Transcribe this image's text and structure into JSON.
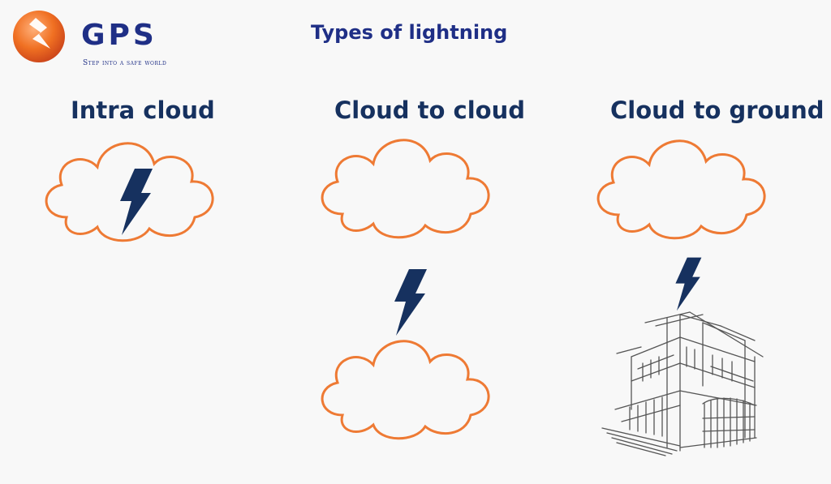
{
  "logo": {
    "brand": "GPS",
    "tagline": "Step into a safe world",
    "colors": {
      "orange": "#f07022",
      "navy": "#1f2f86"
    }
  },
  "title": "Types of lightning",
  "columns": [
    {
      "label": "Intra cloud"
    },
    {
      "label": "Cloud to cloud"
    },
    {
      "label": "Cloud to ground"
    }
  ],
  "colors": {
    "cloud_stroke": "#ee7a34",
    "bolt": "#16315f",
    "title": "#1f2f86",
    "building_stroke": "#555555"
  },
  "icons": [
    "cloud-icon",
    "lightning-bolt-icon",
    "building-sketch-icon"
  ]
}
